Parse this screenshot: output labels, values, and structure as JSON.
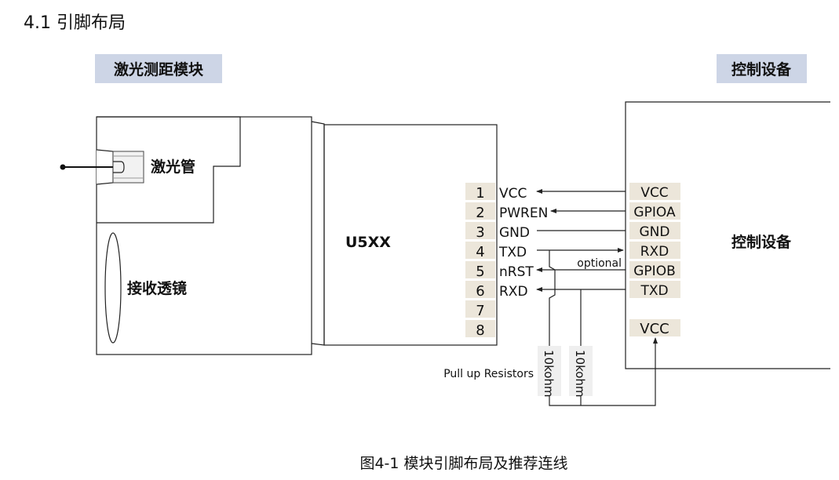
{
  "section_title": "4.1 引脚布局",
  "left_header": "激光测距模块",
  "right_header": "控制设备",
  "module": {
    "laser_label": "激光管",
    "lens_label": "接收透镜",
    "chip_label": "U5XX",
    "pins": [
      {
        "num": "1",
        "name": "VCC"
      },
      {
        "num": "2",
        "name": "PWREN"
      },
      {
        "num": "3",
        "name": "GND"
      },
      {
        "num": "4",
        "name": "TXD"
      },
      {
        "num": "5",
        "name": "nRST"
      },
      {
        "num": "6",
        "name": "RXD"
      },
      {
        "num": "7",
        "name": ""
      },
      {
        "num": "8",
        "name": ""
      }
    ]
  },
  "controller": {
    "label": "控制设备",
    "pins": [
      "VCC",
      "GPIOA",
      "GND",
      "RXD",
      "GPIOB",
      "TXD"
    ],
    "vcc": "VCC"
  },
  "annotations": {
    "optional": "optional",
    "pullup": "Pull up Resistors",
    "resistor1": "10kohm",
    "resistor2": "10kohm"
  },
  "caption": "图4-1 模块引脚布局及推荐连线",
  "colors": {
    "header_bg": "#cdd5e6",
    "pin_bg": "#ece6da",
    "resistor_bg": "#efefef"
  }
}
